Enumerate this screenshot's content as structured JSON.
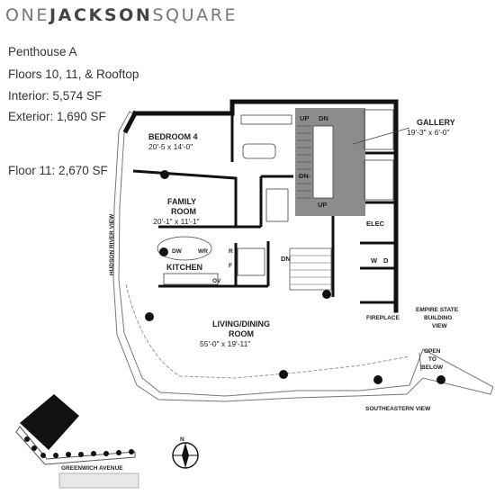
{
  "brand": {
    "part1": "ONE",
    "part2": "JACKSON",
    "part3": "SQUARE"
  },
  "unit": {
    "name": "Penthouse A",
    "floors": "Floors 10, 11, & Rooftop",
    "interior": "Interior: 5,574 SF",
    "exterior": "Exterior: 1,690 SF",
    "floor_area": "Floor 11: 2,670 SF"
  },
  "rooms": {
    "bedroom": {
      "name": "BEDROOM 4",
      "dims": "20'-5 x 14'-0\""
    },
    "family": {
      "name1": "FAMILY",
      "name2": "ROOM",
      "dims": "20'-1\" x 11'-1\""
    },
    "kitchen": {
      "name": "KITCHEN"
    },
    "living": {
      "name1": "LIVING/DINING",
      "name2": "ROOM",
      "dims": "55'-0\" x 19'-11\""
    },
    "gallery": {
      "name": "GALLERY",
      "dims": "19'-3\" x 6'-0\""
    }
  },
  "fixtures": {
    "up1": "UP",
    "dn1": "DN",
    "up2": "UP",
    "dn2": "DN",
    "dn3": "DN",
    "elec": "ELEC",
    "washer": "W",
    "dryer": "D",
    "fireplace": "FIREPLACE",
    "dw": "DW",
    "wr": "WR",
    "r": "R",
    "f": "F",
    "ov": "OV"
  },
  "views": {
    "hudson": "HUDSON RIVER VIEW",
    "empire1": "EMPIRE STATE",
    "empire2": "BUILDING",
    "empire3": "VIEW",
    "open1": "OPEN",
    "open2": "TO",
    "open3": "BELOW",
    "southeastern": "SOUTHEASTERN VIEW"
  },
  "site": {
    "street": "GREENWICH AVENUE",
    "north": "N"
  },
  "colors": {
    "wall": "#111111",
    "stair_fill": "#8c8c8c",
    "terrace": "#777777"
  }
}
